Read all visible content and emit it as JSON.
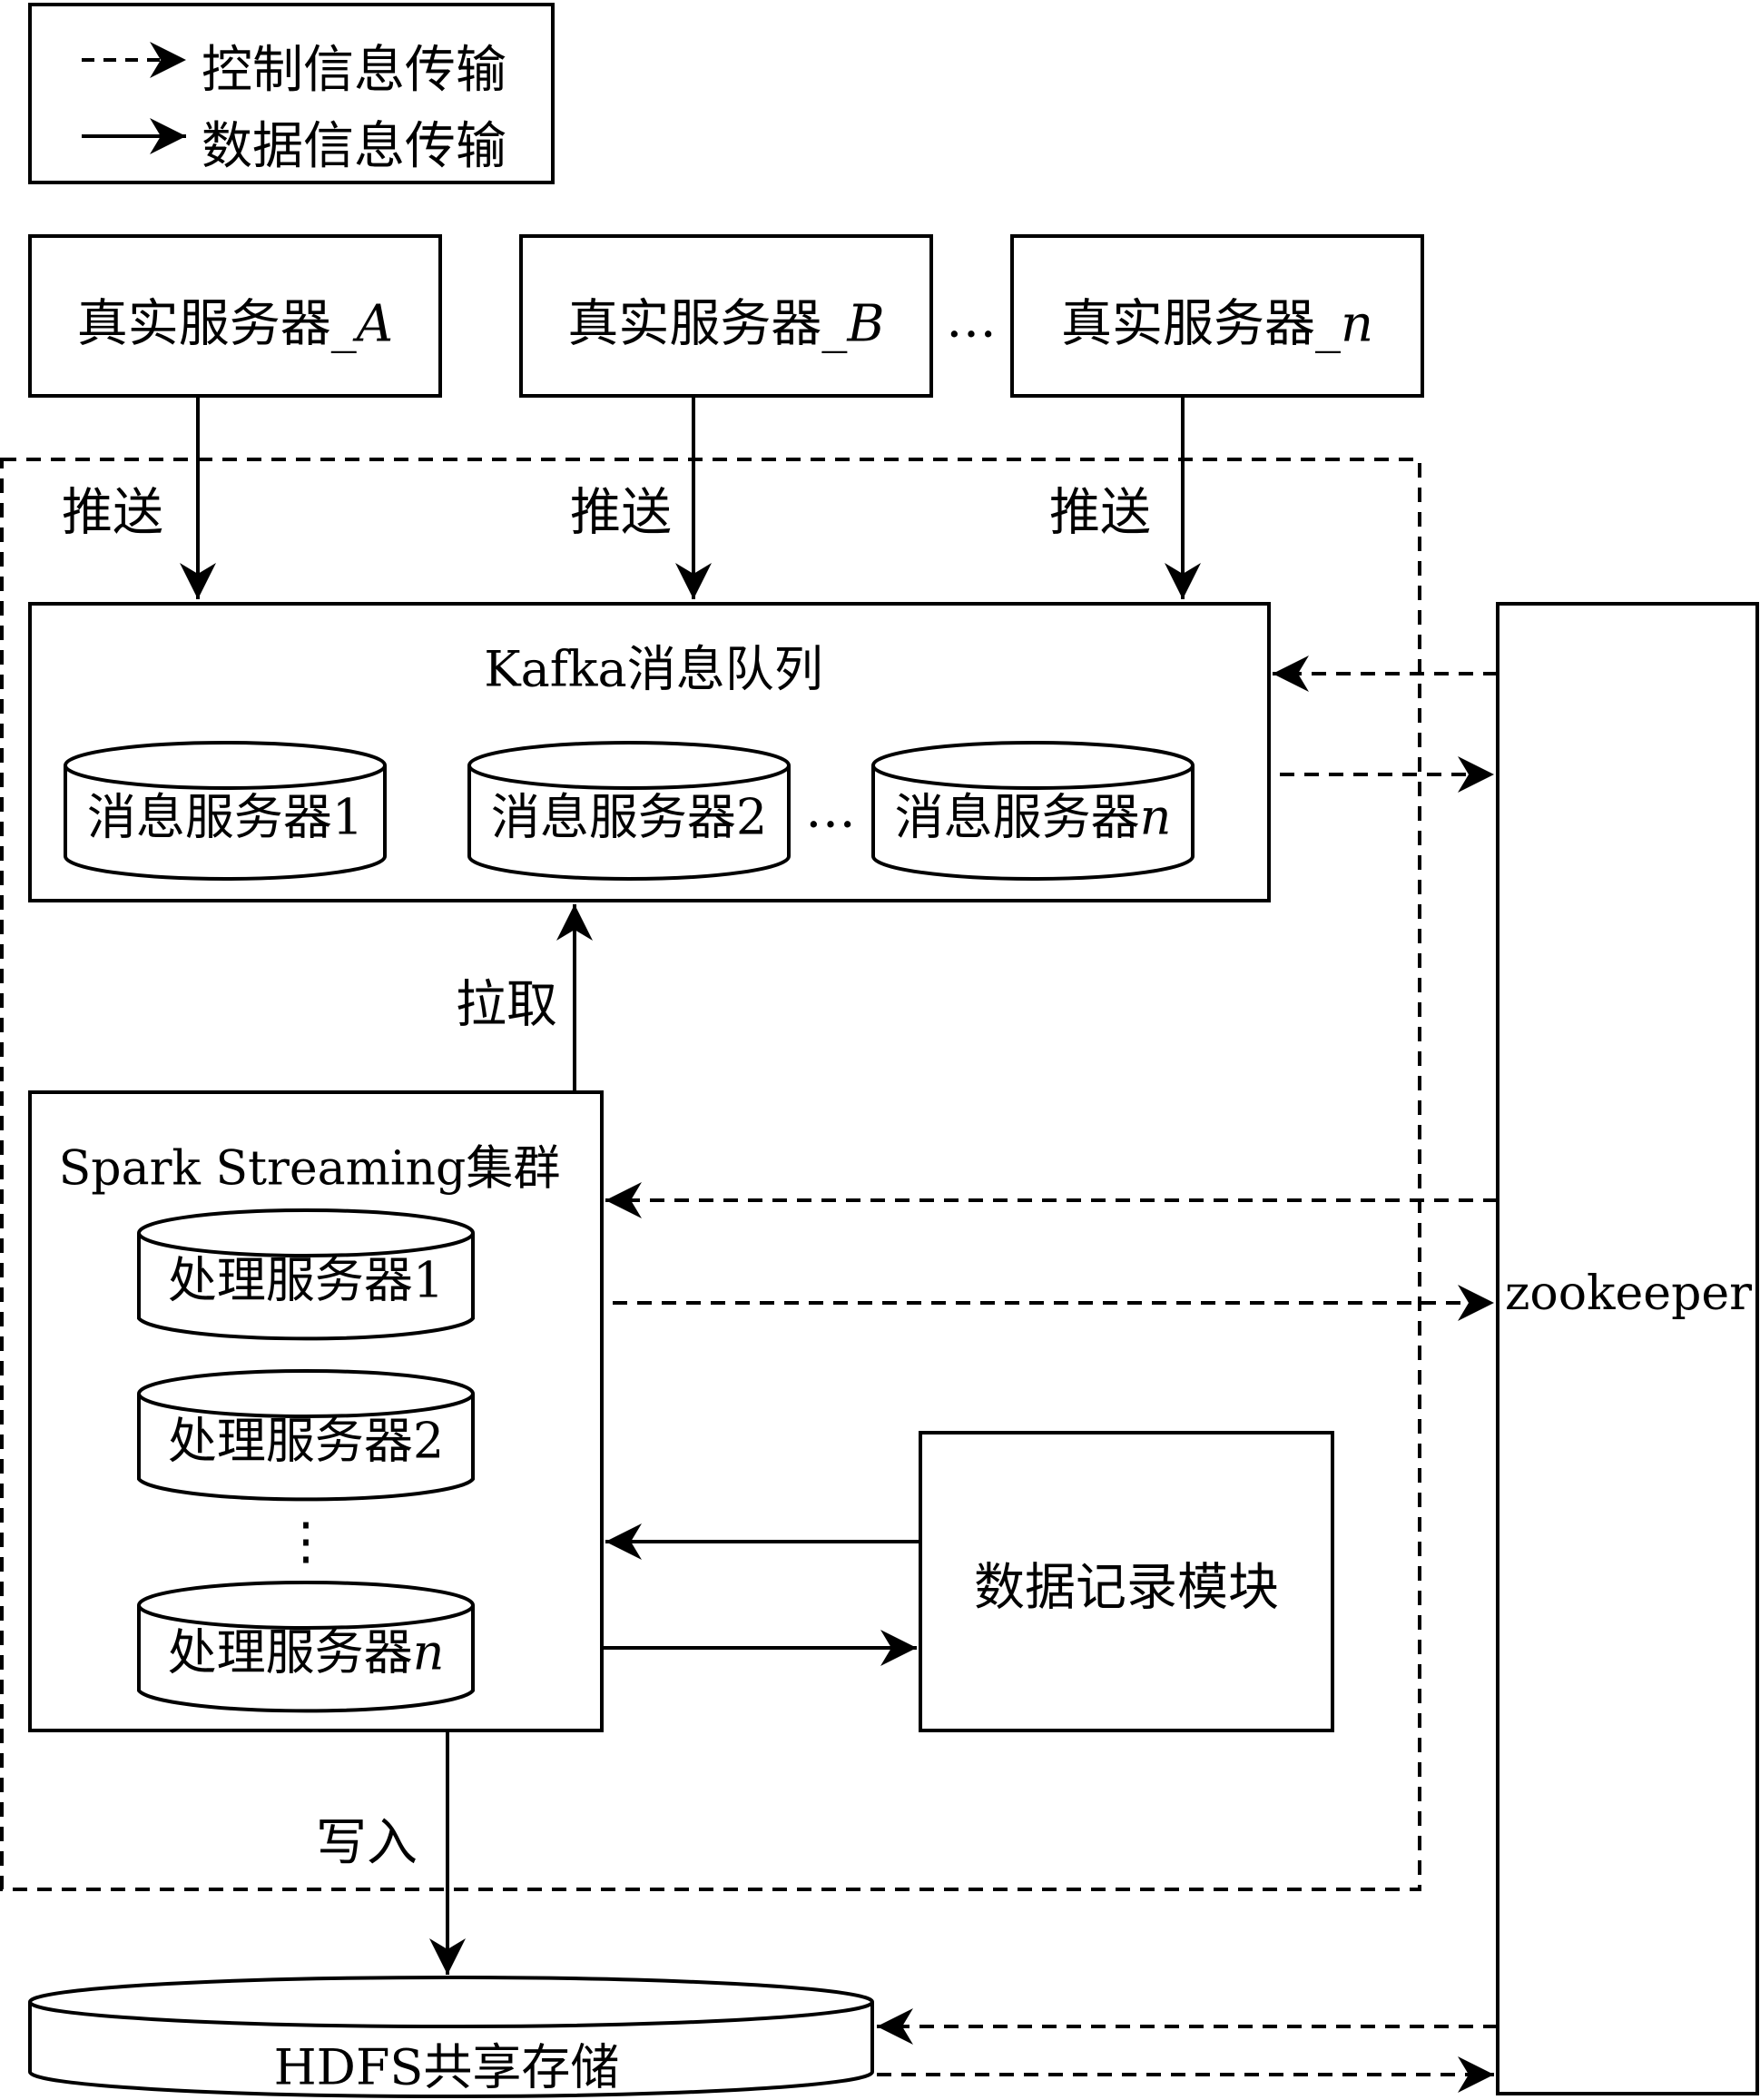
{
  "legend": {
    "control": "控制信息传输",
    "data": "数据信息传输"
  },
  "real_servers": [
    {
      "prefix": "真实服务器_",
      "suffix": "A"
    },
    {
      "prefix": "真实服务器_",
      "suffix": "B"
    },
    {
      "prefix": "真实服务器_",
      "suffix": "n"
    }
  ],
  "ellipsis": "…",
  "vertical_ellipsis": "⋮",
  "push_label": "推送",
  "kafka": {
    "title": "Kafka消息队列",
    "servers": [
      {
        "prefix": "消息服务器",
        "suffix": "1"
      },
      {
        "prefix": "消息服务器",
        "suffix": "2"
      },
      {
        "prefix": "消息服务器",
        "suffix": "n"
      }
    ]
  },
  "pull_label": "拉取",
  "spark": {
    "title": "Spark Streaming集群",
    "servers": [
      {
        "prefix": "处理服务器",
        "suffix": "1"
      },
      {
        "prefix": "处理服务器",
        "suffix": "2"
      },
      {
        "prefix": "处理服务器",
        "suffix": "n"
      }
    ]
  },
  "data_record": "数据记录模块",
  "write_label": "写入",
  "zookeeper": "zookeeper",
  "hdfs": "HDFS共享存储"
}
